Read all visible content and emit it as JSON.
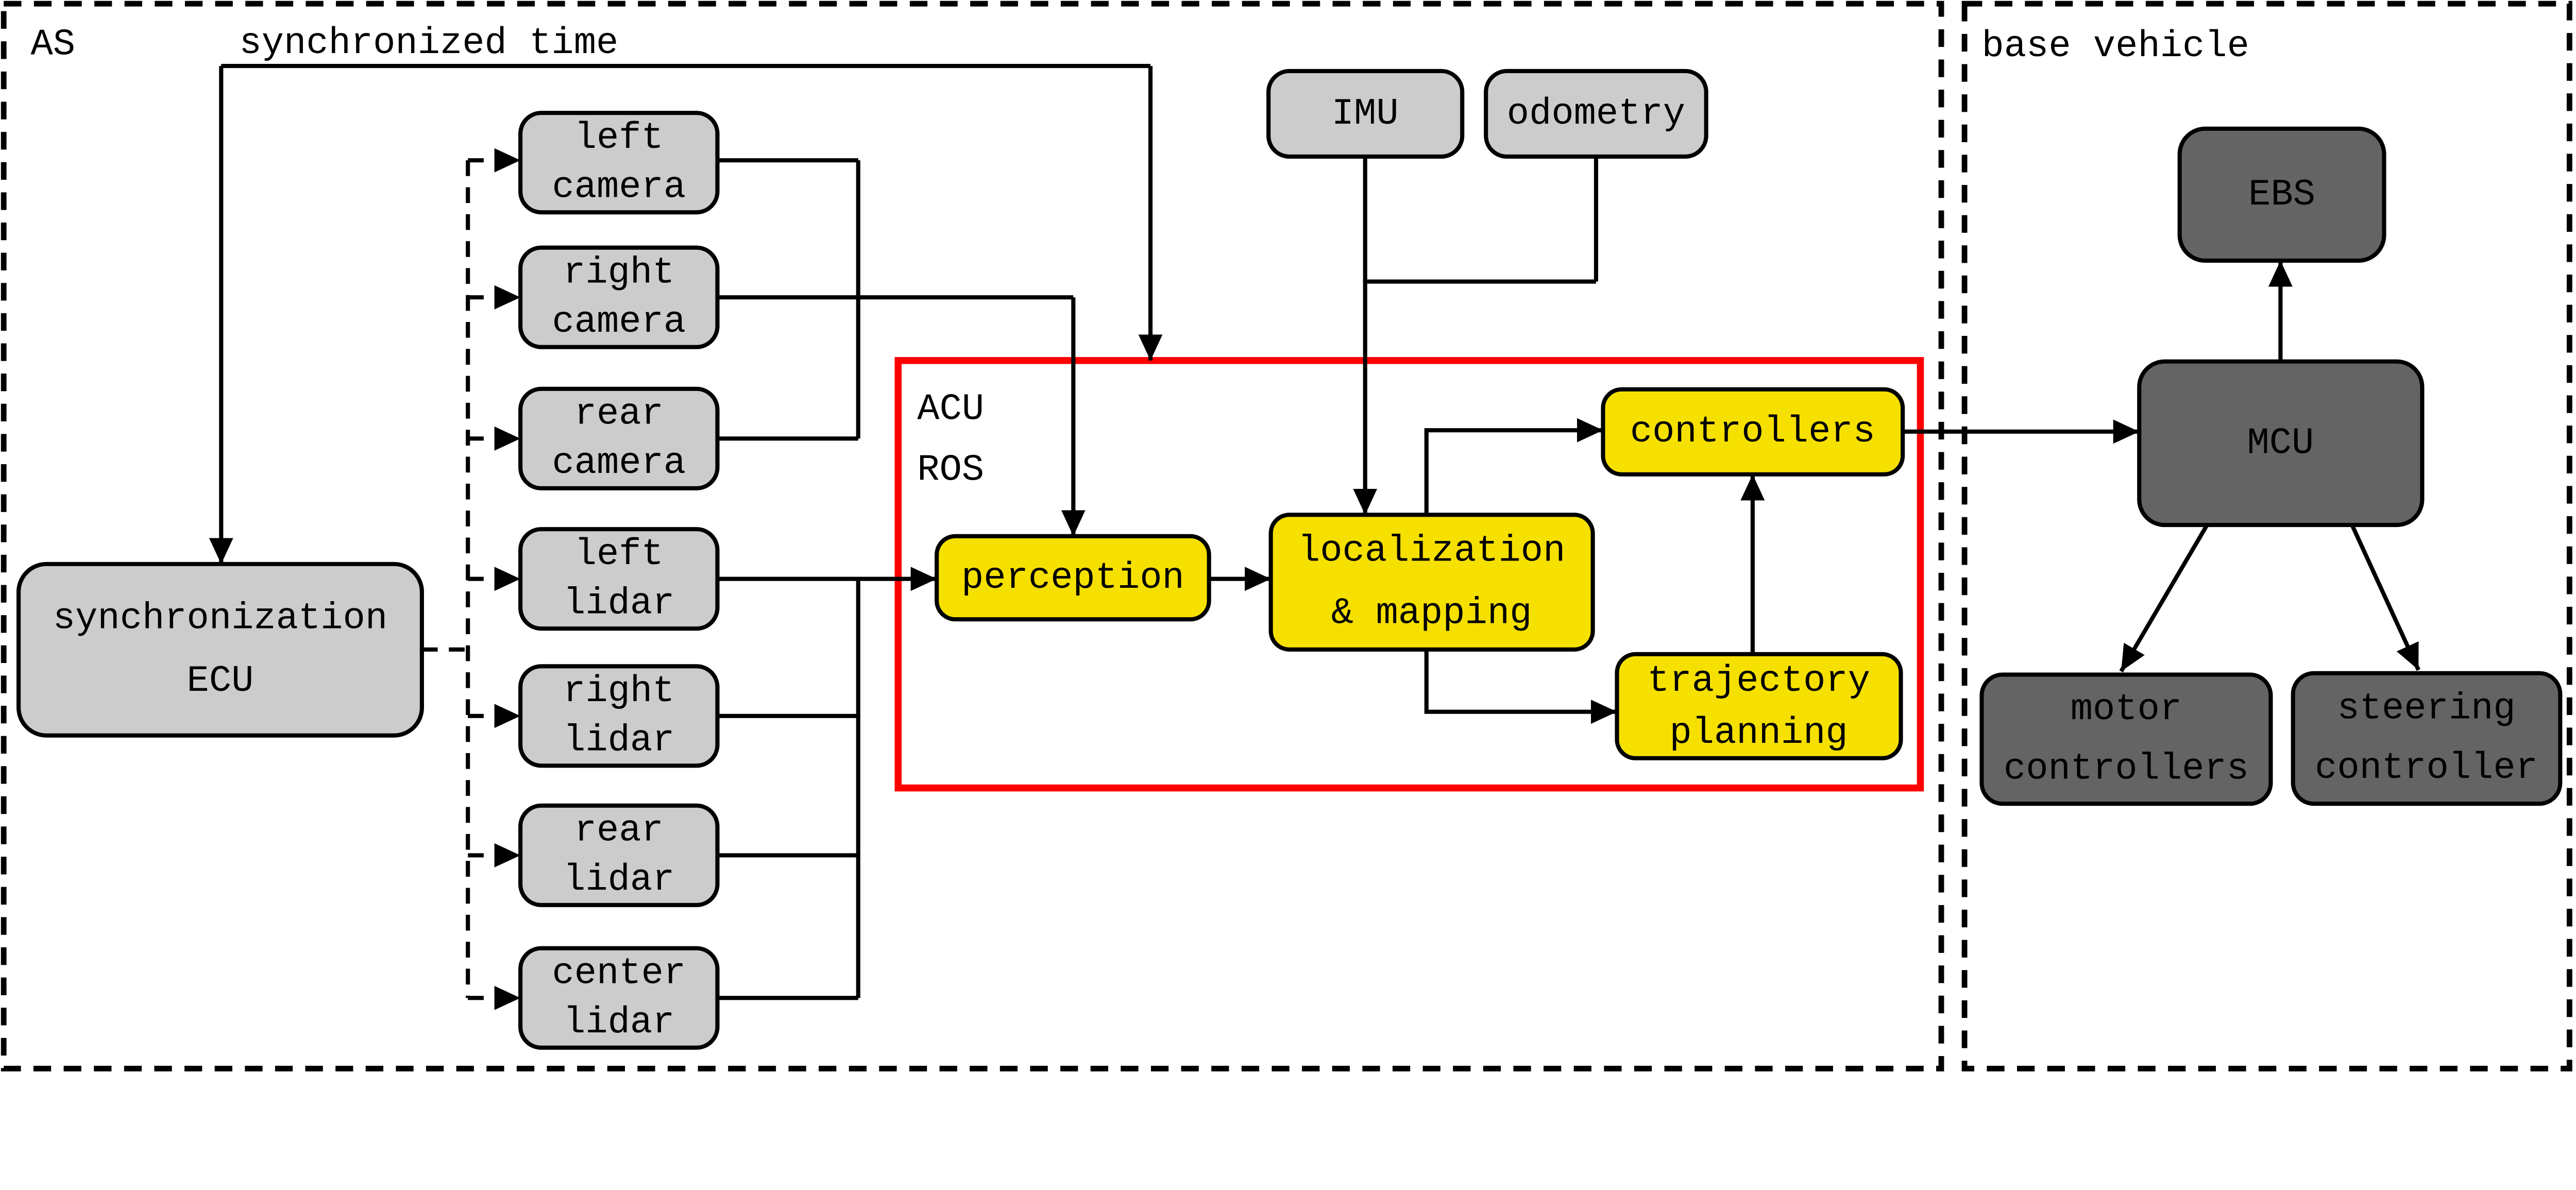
{
  "labels": {
    "as_region": "AS",
    "synchronized_time": "synchronized time",
    "acu": "ACU",
    "ros": "ROS",
    "base_vehicle_region": "base vehicle"
  },
  "nodes": {
    "left_camera": {
      "line1": "left",
      "line2": "camera"
    },
    "right_camera": {
      "line1": "right",
      "line2": "camera"
    },
    "rear_camera": {
      "line1": "rear",
      "line2": "camera"
    },
    "left_lidar": {
      "line1": "left",
      "line2": "lidar"
    },
    "right_lidar": {
      "line1": "right",
      "line2": "lidar"
    },
    "rear_lidar": {
      "line1": "rear",
      "line2": "lidar"
    },
    "center_lidar": {
      "line1": "center",
      "line2": "lidar"
    },
    "sync_ecu": {
      "line1": "synchronization",
      "line2": "ECU"
    },
    "imu": {
      "label": "IMU"
    },
    "odometry": {
      "label": "odometry"
    },
    "perception": {
      "label": "perception"
    },
    "localization_mapping": {
      "line1": "localization",
      "line2": "& mapping"
    },
    "controllers": {
      "label": "controllers"
    },
    "trajectory_planning": {
      "line1": "trajectory",
      "line2": "planning"
    },
    "ebs": {
      "label": "EBS"
    },
    "mcu": {
      "label": "MCU"
    },
    "motor_controllers": {
      "line1": "motor",
      "line2": "controllers"
    },
    "steering_controller": {
      "line1": "steering",
      "line2": "controller"
    }
  },
  "colors": {
    "background": "#ffffff",
    "sensor_box_fill": "#cccccc",
    "acu_module_fill": "#f6e000",
    "base_vehicle_box_fill": "#646464",
    "acu_highlight_outline": "#ff0000",
    "line_color": "#000000",
    "light_text": "#ffffff"
  }
}
